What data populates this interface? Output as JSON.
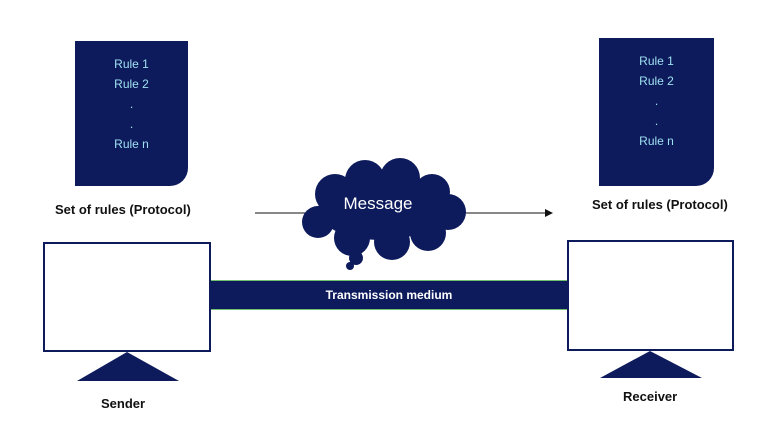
{
  "sender_rules": {
    "items": [
      "Rule 1",
      "Rule 2",
      ".",
      ".",
      "Rule n"
    ],
    "caption": "Set of rules (Protocol)"
  },
  "receiver_rules": {
    "items": [
      "Rule 1",
      "Rule 2",
      ".",
      ".",
      "Rule n"
    ],
    "caption": "Set of rules (Protocol)"
  },
  "message": "Message",
  "medium": "Transmission medium",
  "sender_label": "Sender",
  "receiver_label": "Receiver",
  "colors": {
    "navy": "#0d1b5c",
    "rule_text": "#9fe0f0"
  }
}
